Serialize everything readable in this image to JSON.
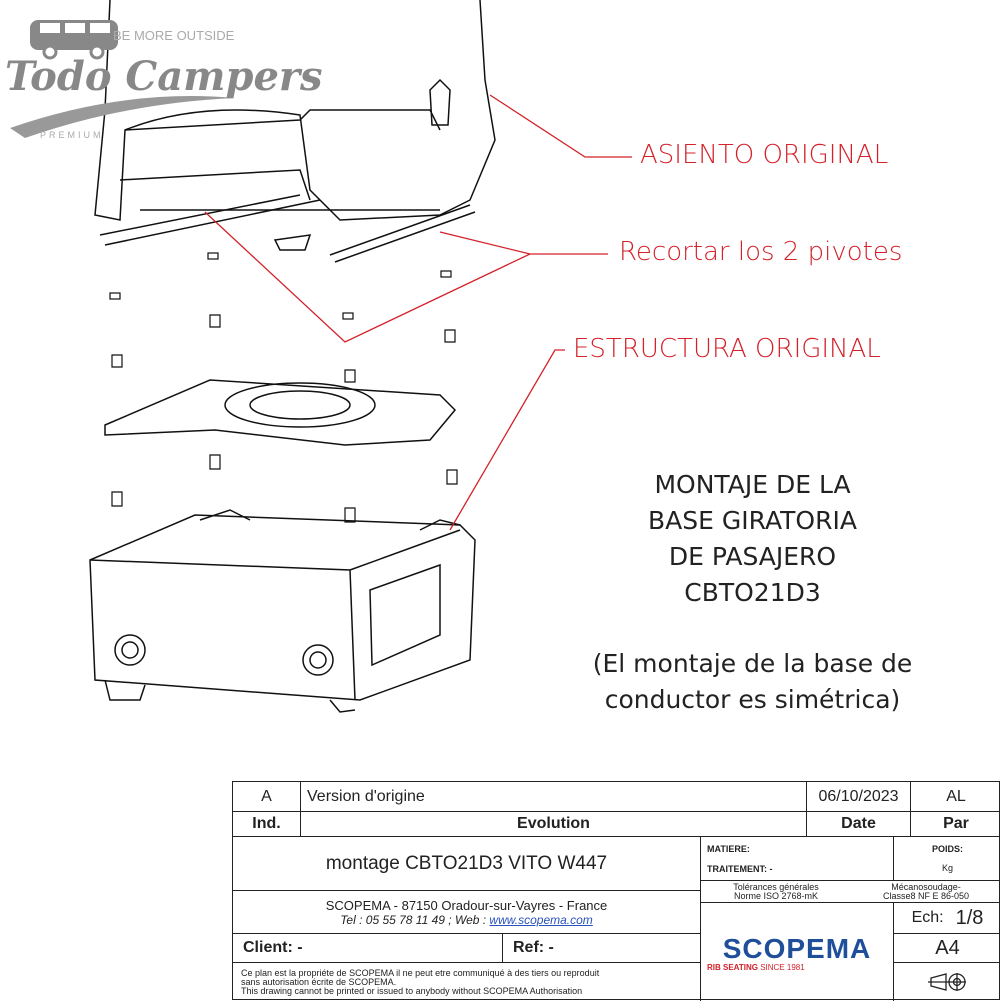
{
  "logo": {
    "brand": "Todo Campers",
    "tagline": "BE MORE OUTSIDE",
    "sub": "PREMIUM"
  },
  "annotations": {
    "seat": "ASIENTO ORIGINAL",
    "pivots": "Recortar los 2 pivotes",
    "structure": "ESTRUCTURA ORIGINAL",
    "color": "#d4212a"
  },
  "description": {
    "lines": [
      "MONTAJE DE LA",
      "BASE GIRATORIA",
      "DE PASAJERO",
      "CBTO21D3"
    ],
    "note": [
      "(El montaje de la base de",
      "conductor es simétrica)"
    ]
  },
  "title_block": {
    "revision": {
      "ind": "A",
      "evolution": "Version d'origine",
      "date": "06/10/2023",
      "par": "AL"
    },
    "headers": {
      "ind": "Ind.",
      "evolution": "Evolution",
      "date": "Date",
      "par": "Par"
    },
    "title": "montage CBTO21D3 VITO W447",
    "matiere": "MATIERE:",
    "traitement": "TRAITEMENT:  -",
    "poids": "POIDS:",
    "poids_unit": "Kg",
    "tol1": "Tolérances générales",
    "tol2": "Norme ISO 2768-mK",
    "meca1": "Mécanosoudage-",
    "meca2": "Classe8 NF E 86-050",
    "company": "SCOPEMA - 87150 Oradour-sur-Vayres - France",
    "tel_label": "Tel : ",
    "tel": "05 55 78 11 49 ; ",
    "web_label": "Web : ",
    "web": "www.scopema.com",
    "scale_label": "Ech:",
    "scale": "1/8",
    "format": "A4",
    "client": "Client: -",
    "ref": "Ref:  -",
    "logo": "SCOPEMA",
    "logo_sub": "RIB SEATING",
    "logo_since": " SINCE 1981",
    "legal1": "Ce plan est la propriéte de SCOPEMA il ne peut etre communiqué à des tiers ou reproduit",
    "legal2": "sans autorisation écrite de SCOPEMA.",
    "legal3": "This drawing cannot be printed or issued to anybody without SCOPEMA Authorisation"
  }
}
